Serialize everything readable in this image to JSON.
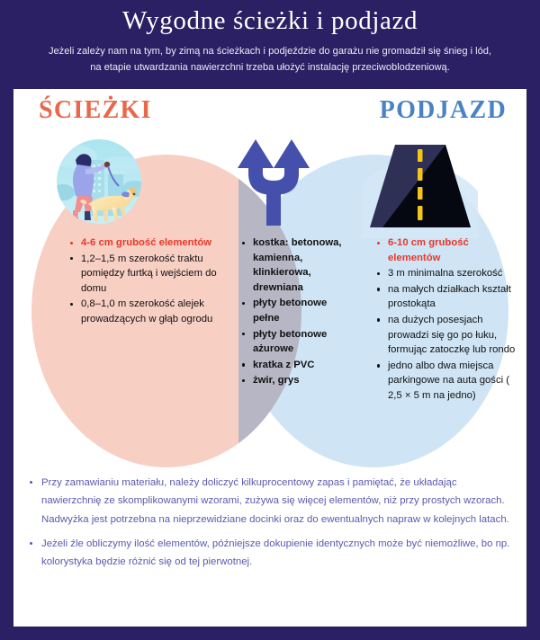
{
  "header": {
    "title": "Wygodne ścieżki i podjazd",
    "subtitle_line1": "Jeżeli zależy nam na tym, by zimą na ścieżkach i podjeździe do garażu nie gromadził się śnieg i lód,",
    "subtitle_line2": "na etapie utwardzania nawierzchni trzeba ułożyć instalację przeciwoblodzeniową."
  },
  "colors": {
    "background": "#2a2063",
    "card": "#ffffff",
    "paths_heading": "#e8684a",
    "drive_heading": "#4a83c4",
    "circle_left": "#f7cfc3",
    "circle_right": "#cfe4f4",
    "overlap": "#b6b6c4",
    "accent_red": "#e8382b",
    "notes_text": "#5a5ab0",
    "arrow": "#4450ab",
    "road_line": "#f5c518"
  },
  "sections": {
    "paths": {
      "heading": "ŚCIEŻKI",
      "items": [
        {
          "text": "4-6 cm grubość elementów",
          "accent": true
        },
        {
          "text": "1,2–1,5 m szerokość traktu pomiędzy furtką i wejściem do domu",
          "accent": false
        },
        {
          "text": "0,8–1,0 m szerokość alejek prowadzących w głąb ogrodu",
          "accent": false
        }
      ]
    },
    "common": {
      "items": [
        {
          "text": "kostka: betonowa, kamienna, klinkierowa, drewniana",
          "accent": false
        },
        {
          "text": "płyty betonowe pełne",
          "accent": false
        },
        {
          "text": "płyty betonowe ażurowe",
          "accent": false
        },
        {
          "text": "kratka z PVC",
          "accent": false
        },
        {
          "text": "żwir, grys",
          "accent": false
        }
      ]
    },
    "drive": {
      "heading": "PODJAZD",
      "items": [
        {
          "text": "6-10 cm grubość elementów",
          "accent": true
        },
        {
          "text": "3 m minimalna szerokość",
          "accent": false
        },
        {
          "text": "na małych działkach kształt prostokąta",
          "accent": false
        },
        {
          "text": "na dużych posesjach prowadzi się go po łuku, formując zatoczkę lub rondo",
          "accent": false
        },
        {
          "text": "jedno albo dwa miejsca parkingowe na auta gości ( 2,5 × 5 m na jedno)",
          "accent": false
        }
      ]
    }
  },
  "notes": [
    "Przy zamawianiu materiału, należy doliczyć kilkuprocentowy zapas i pamiętać, że układając nawierzchnię ze skomplikowanymi wzorami, zużywa się więcej elementów, niż przy prostych wzorach. Nadwyżka jest potrzebna na nieprzewidziane docinki oraz do ewentualnych napraw w  kolejnych latach.",
    "Jeżeli źle obliczymy ilość elementów, późniejsze dokupienie identycznych może być niemożliwe, bo np. kolorystyka będzie różnić się od tej pierwotnej."
  ],
  "illustrations": {
    "dog_walker": "dog-walker-illustration",
    "road": "road-illustration",
    "fork_arrow": "fork-arrow-icon"
  }
}
